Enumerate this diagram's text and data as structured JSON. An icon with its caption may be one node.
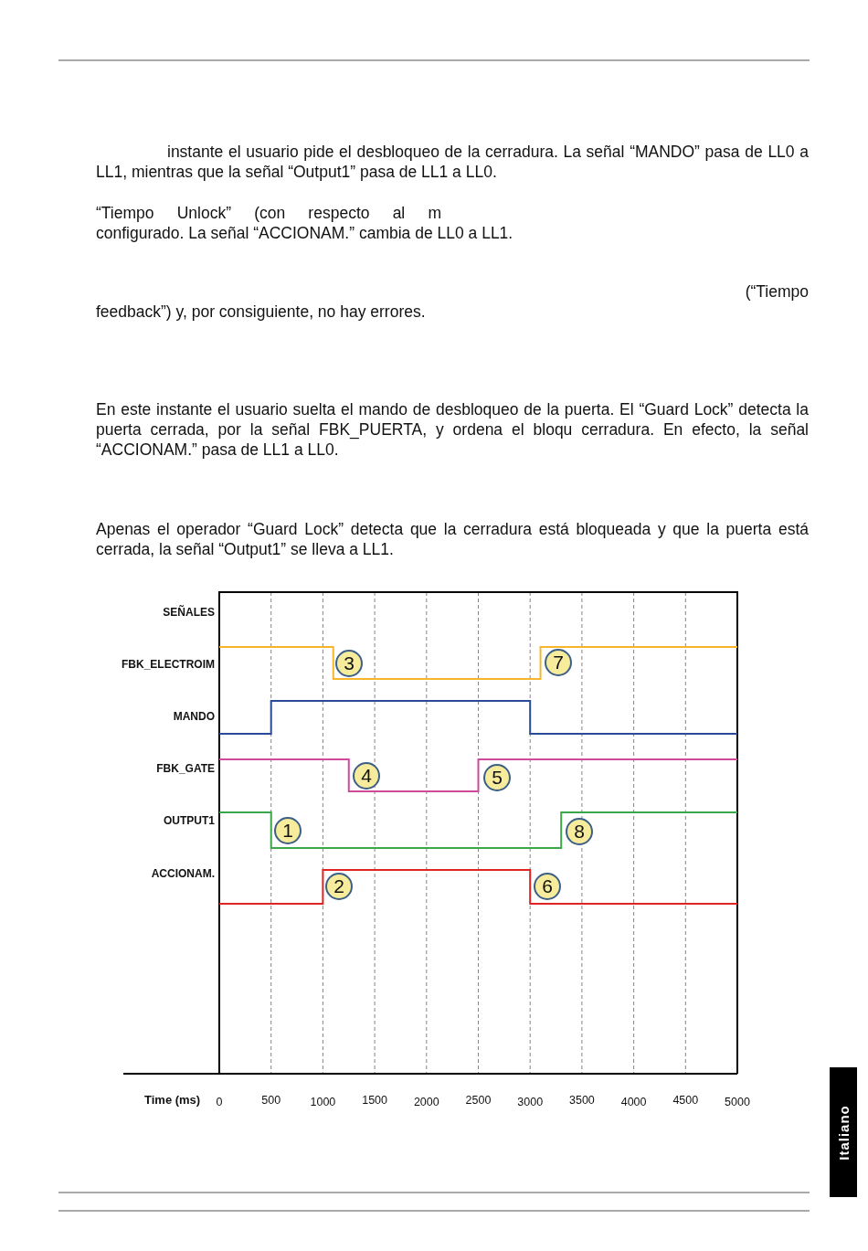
{
  "diagram": {
    "nodes": [
      {
        "text": [
          "3"
        ]
      },
      {
        "text": [
          "7"
        ]
      },
      {
        "text": [
          "4"
        ]
      },
      {
        "text": [
          "5"
        ]
      },
      {
        "text": [
          "1"
        ]
      },
      {
        "text": [
          "8"
        ]
      },
      {
        "text": [
          "2"
        ]
      },
      {
        "text": [
          "6"
        ]
      },
      {
        "text": [
          "Italiano"
        ]
      }
    ],
    "labels": [
      "instante el usuario pide el desbloqueo de la cerradura. La señal “MANDO” pasa de LL0 a LL1, mientras que la señal “Output1” pasa de LL1 a LL0.",
      "“Tiempo Unlock” (con respecto al m",
      "configurado. La señal “ACCIONAM.” cambia de LL0 a LL1.",
      "(“Tiempo",
      "feedback”) y, por consiguiente, no hay errores.",
      "En este instante el usuario suelta el mando de desbloqueo de la puerta. El “Guard Lock” detecta la puerta cerrada, por la señal FBK_PUERTA, y ordena el bloqu cerradura. En efecto, la señal “ACCIONAM.” pasa de LL1 a LL0.",
      "Apenas el operador “Guard Lock” detecta que la cerradura está bloqueada y que la puerta está cerrada, la señal “Output1” se lleva a LL1.",
      "SEÑALES",
      "FBK_ELECTROIM",
      "MANDO",
      "FBK_GATE",
      "OUTPUT1",
      "ACCIONAM.",
      "Time (ms)",
      "0",
      "500",
      "1000",
      "1500",
      "2000",
      "2500",
      "3000",
      "3500",
      "4000",
      "4500",
      "5000"
    ]
  }
}
